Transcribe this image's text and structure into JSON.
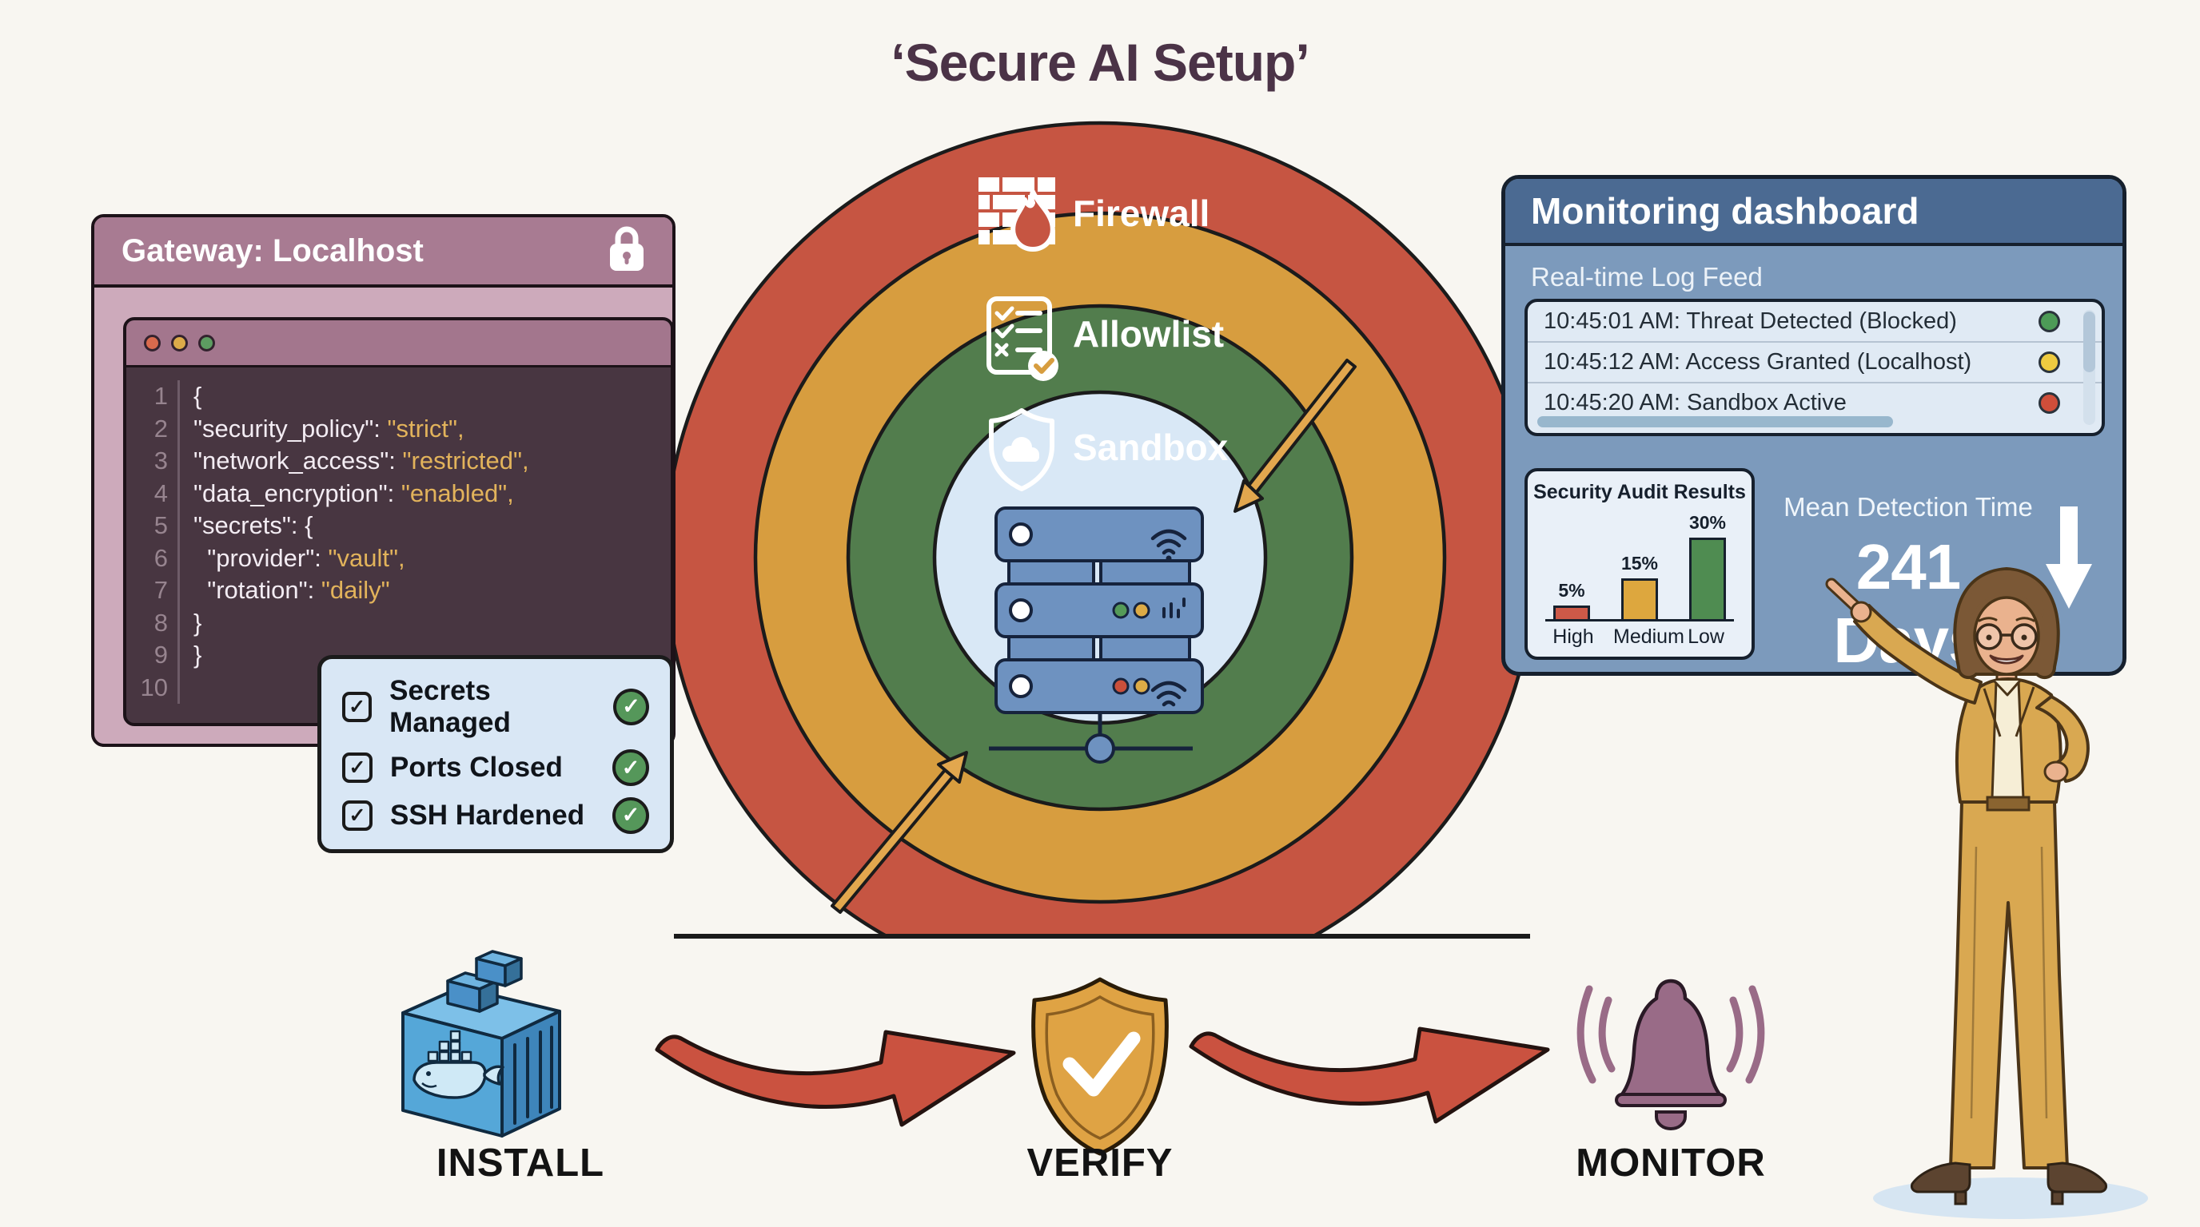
{
  "title": "‘Secure AI Setup’",
  "defense_rings": {
    "layers": [
      {
        "label": "Firewall",
        "icon": "firewall-icon",
        "color": "#c65542"
      },
      {
        "label": "Allowlist",
        "icon": "allowlist-icon",
        "color": "#d79d3f"
      },
      {
        "label": "Sandbox",
        "icon": "sandbox-shield-icon",
        "color": "#527d4d"
      }
    ],
    "core": {
      "icon": "server-stack-icon",
      "color": "#d9e8f6"
    }
  },
  "gateway_window": {
    "title": "Gateway: Localhost",
    "lock_icon": "lock-icon",
    "code_lines": [
      {
        "num": "1",
        "text": "{"
      },
      {
        "num": "2",
        "text": "\"security_policy\": ",
        "value": "\"strict\","
      },
      {
        "num": "3",
        "text": "\"network_access\": ",
        "value": "\"restricted\","
      },
      {
        "num": "4",
        "text": "\"data_encryption\": ",
        "value": "\"enabled\","
      },
      {
        "num": "5",
        "text": "\"secrets\": {"
      },
      {
        "num": "6",
        "text": "  \"provider\": ",
        "value": "\"vault\","
      },
      {
        "num": "7",
        "text": "  \"rotation\": ",
        "value": "\"daily\""
      },
      {
        "num": "8",
        "text": "}"
      },
      {
        "num": "9",
        "text": "}"
      },
      {
        "num": "10",
        "text": ""
      }
    ]
  },
  "checklist": {
    "items": [
      {
        "label": "Secrets Managed",
        "checked": true
      },
      {
        "label": "Ports Closed",
        "checked": true
      },
      {
        "label": "SSH Hardened",
        "checked": true
      }
    ]
  },
  "dashboard": {
    "title": "Monitoring dashboard",
    "log_feed": {
      "title": "Real-time Log Feed",
      "rows": [
        {
          "text": "10:45:01 AM: Threat Detected (Blocked)",
          "status_color": "#4d9b57"
        },
        {
          "text": "10:45:12 AM: Access Granted (Localhost)",
          "status_color": "#eecb40"
        },
        {
          "text": "10:45:20 AM: Sandbox Active",
          "status_color": "#cf4e3a"
        }
      ]
    },
    "audit": {
      "title": "Security Audit Results",
      "categories": [
        "High",
        "Medium",
        "Low"
      ],
      "values": [
        5,
        15,
        30
      ],
      "value_labels": [
        "5%",
        "15%",
        "30%"
      ],
      "bar_colors": [
        "#cd5948",
        "#dda73e",
        "#4f8c51"
      ]
    },
    "mean_detection": {
      "label": "Mean Detection Time",
      "value": "241 Days",
      "trend_icon": "down-arrow-icon"
    }
  },
  "pipeline": {
    "stages": [
      {
        "label": "INSTALL",
        "icon": "docker-container-icon"
      },
      {
        "label": "VERIFY",
        "icon": "shield-check-icon"
      },
      {
        "label": "MONITOR",
        "icon": "alarm-bell-icon"
      }
    ]
  },
  "chart_data": {
    "type": "bar",
    "title": "Security Audit Results",
    "categories": [
      "High",
      "Medium",
      "Low"
    ],
    "values": [
      5,
      15,
      30
    ],
    "ylim": [
      0,
      30
    ]
  }
}
